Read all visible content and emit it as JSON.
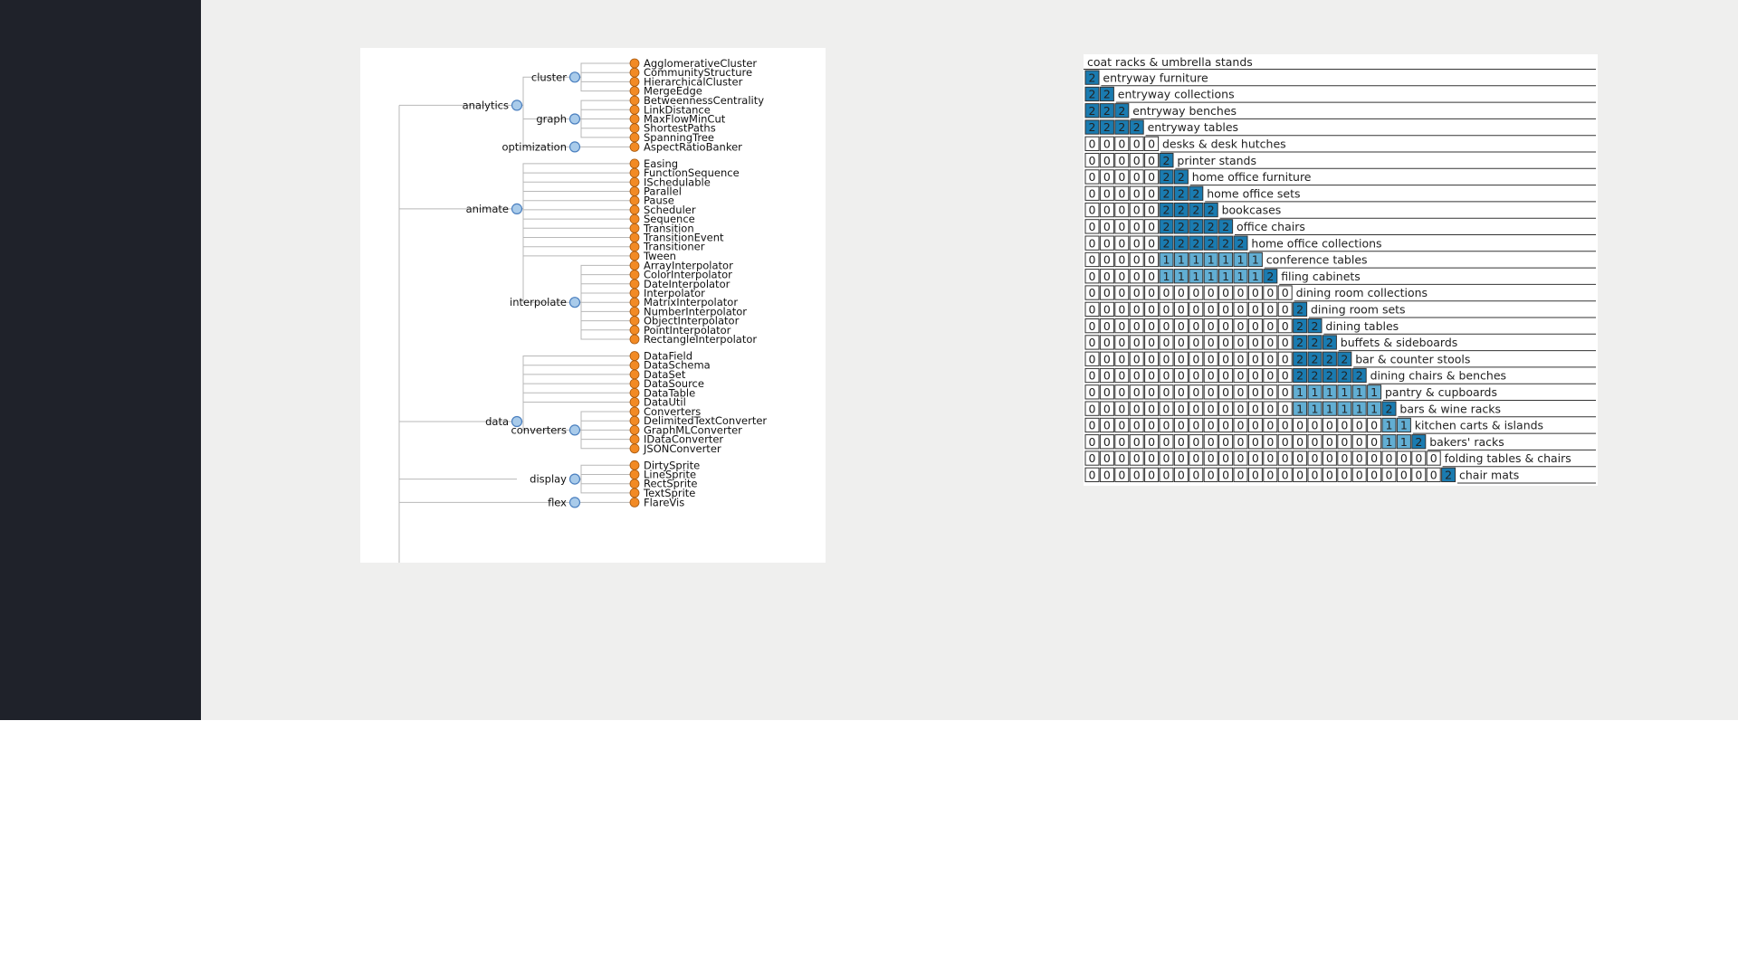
{
  "tree": {
    "colors": {
      "leaf": "#f28a24",
      "internal": "#a9cbea",
      "internal_stroke": "#4a7fbf",
      "leaf_stroke": "#a85a10",
      "link": "#b8b8b8"
    },
    "groups": [
      {
        "name": "analytics",
        "subs": [
          {
            "name": "cluster",
            "leaves": [
              "AgglomerativeCluster",
              "CommunityStructure",
              "HierarchicalCluster",
              "MergeEdge"
            ]
          },
          {
            "name": "graph",
            "leaves": [
              "BetweennessCentrality",
              "LinkDistance",
              "MaxFlowMinCut",
              "ShortestPaths",
              "SpanningTree"
            ]
          },
          {
            "name": "optimization",
            "leaves": [
              "AspectRatioBanker"
            ]
          }
        ]
      },
      {
        "name": "animate",
        "subs": [
          {
            "name": "",
            "leaves": [
              "Easing",
              "FunctionSequence",
              "ISchedulable",
              "Parallel",
              "Pause",
              "Scheduler",
              "Sequence",
              "Transition",
              "TransitionEvent",
              "Transitioner",
              "Tween"
            ]
          },
          {
            "name": "interpolate",
            "leaves": [
              "ArrayInterpolator",
              "ColorInterpolator",
              "DateInterpolator",
              "Interpolator",
              "MatrixInterpolator",
              "NumberInterpolator",
              "ObjectInterpolator",
              "PointInterpolator",
              "RectangleInterpolator"
            ]
          }
        ]
      },
      {
        "name": "data",
        "subs": [
          {
            "name": "",
            "leaves": [
              "DataField",
              "DataSchema",
              "DataSet",
              "DataSource",
              "DataTable",
              "DataUtil"
            ]
          },
          {
            "name": "converters",
            "leaves": [
              "Converters",
              "DelimitedTextConverter",
              "GraphMLConverter",
              "IDataConverter",
              "JSONConverter"
            ]
          }
        ]
      },
      {
        "name": "",
        "subs": [
          {
            "name": "display",
            "leaves": [
              "DirtySprite",
              "LineSprite",
              "RectSprite",
              "TextSprite"
            ]
          },
          {
            "name": "flex",
            "leaves": [
              "FlareVis"
            ]
          }
        ]
      }
    ]
  },
  "matrix": {
    "colors": {
      "value_2": "#1a7bb0",
      "value_1": "#62aed3",
      "value_0": "#ffffff"
    },
    "rows": [
      {
        "label": "coat racks & umbrella stands",
        "cells": ""
      },
      {
        "label": "entryway furniture",
        "cells": "2"
      },
      {
        "label": "entryway collections",
        "cells": "22"
      },
      {
        "label": "entryway benches",
        "cells": "222"
      },
      {
        "label": "entryway tables",
        "cells": "2222"
      },
      {
        "label": "desks & desk hutches",
        "cells": "00000"
      },
      {
        "label": "printer stands",
        "cells": "000002"
      },
      {
        "label": "home office furniture",
        "cells": "0000022"
      },
      {
        "label": "home office sets",
        "cells": "00000222"
      },
      {
        "label": "bookcases",
        "cells": "000002222"
      },
      {
        "label": "office chairs",
        "cells": "0000022222"
      },
      {
        "label": "home office collections",
        "cells": "00000222222"
      },
      {
        "label": "conference tables",
        "cells": "000001111111"
      },
      {
        "label": "filing cabinets",
        "cells": "0000011111112"
      },
      {
        "label": "dining room collections",
        "cells": "00000000000000"
      },
      {
        "label": "dining room sets",
        "cells": "000000000000002"
      },
      {
        "label": "dining tables",
        "cells": "0000000000000022"
      },
      {
        "label": "buffets & sideboards",
        "cells": "00000000000000222"
      },
      {
        "label": "bar & counter stools",
        "cells": "000000000000002222"
      },
      {
        "label": "dining chairs & benches",
        "cells": "0000000000000022222"
      },
      {
        "label": "pantry & cupboards",
        "cells": "00000000000000111111"
      },
      {
        "label": "bars & wine racks",
        "cells": "000000000000001111112"
      },
      {
        "label": "kitchen carts & islands",
        "cells": "0000000000000000000011"
      },
      {
        "label": "bakers' racks",
        "cells": "00000000000000000000112"
      },
      {
        "label": "folding tables & chairs",
        "cells": "000000000000000000000000"
      },
      {
        "label": "chair mats",
        "cells": "0000000000000000000000002"
      }
    ]
  }
}
